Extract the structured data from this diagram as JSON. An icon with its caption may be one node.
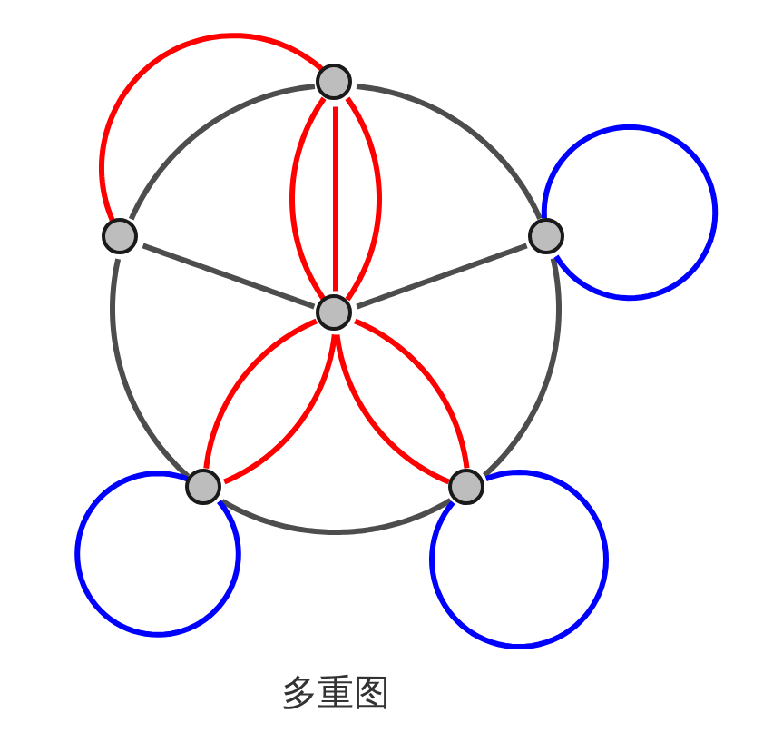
{
  "diagram": {
    "caption": "多重图",
    "nodes": [
      {
        "text": [],
        "shape": "circle"
      },
      {
        "text": [],
        "shape": "circle"
      },
      {
        "text": [],
        "shape": "circle"
      },
      {
        "text": [],
        "shape": "circle"
      },
      {
        "text": [],
        "shape": "circle"
      },
      {
        "text": [],
        "shape": "circle"
      }
    ],
    "edges": [
      {
        "from": 0,
        "to": 2,
        "arrow": "none",
        "color": "#4d4d4d"
      },
      {
        "from": 2,
        "to": 5,
        "arrow": "none",
        "color": "#4d4d4d"
      },
      {
        "from": 5,
        "to": 4,
        "arrow": "none",
        "color": "#4d4d4d"
      },
      {
        "from": 4,
        "to": 1,
        "arrow": "none",
        "color": "#4d4d4d"
      },
      {
        "from": 1,
        "to": 0,
        "arrow": "none",
        "color": "#4d4d4d"
      },
      {
        "from": 1,
        "to": 0,
        "arrow": "none"
      },
      {
        "from": 0,
        "to": 3,
        "arrow": "none"
      },
      {
        "from": 0,
        "to": 3,
        "arrow": "none"
      },
      {
        "from": 0,
        "to": 3,
        "arrow": "none"
      },
      {
        "from": 3,
        "to": 4,
        "arrow": "none"
      },
      {
        "from": 3,
        "to": 4,
        "arrow": "none"
      },
      {
        "from": 3,
        "to": 5,
        "arrow": "none"
      },
      {
        "from": 3,
        "to": 5,
        "arrow": "none"
      },
      {
        "from": 1,
        "to": 3,
        "arrow": "none",
        "color": "#4d4d4d"
      },
      {
        "from": 2,
        "to": 3,
        "arrow": "none",
        "color": "#4d4d4d"
      },
      {
        "from": 2,
        "to": 2,
        "arrow": "none",
        "color": "#0000ff"
      },
      {
        "from": 4,
        "to": 4,
        "arrow": "none",
        "color": "#0000ff"
      },
      {
        "from": 5,
        "to": 5,
        "arrow": "none",
        "color": "#0000ff"
      }
    ]
  }
}
